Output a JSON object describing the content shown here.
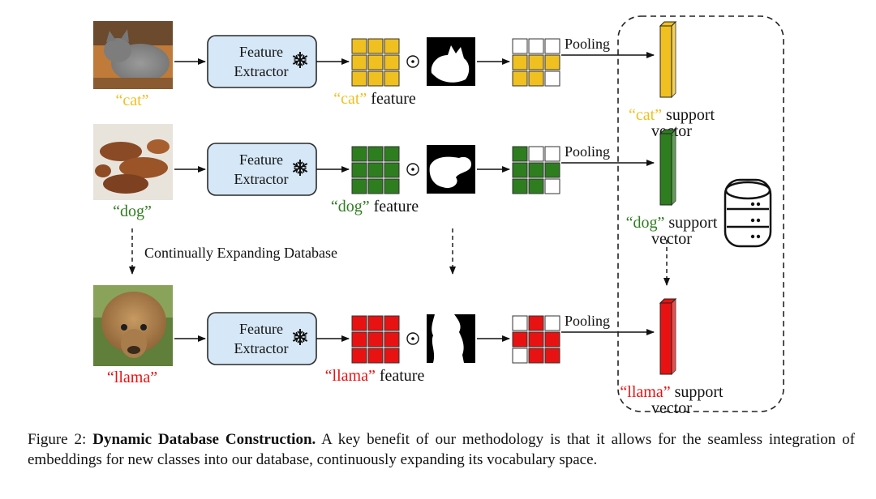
{
  "colors": {
    "cat": "#f0c020",
    "dog": "#2e7d1f",
    "llama": "#e81212",
    "extractor_fill": "#d6e8f7",
    "extractor_stroke": "#2a2a2a",
    "line": "#111111"
  },
  "rows": [
    {
      "id": "cat",
      "image_label": "“cat”",
      "image_icon": "cat-photo",
      "extractor_label_1": "Feature",
      "extractor_label_2": "Extractor",
      "extractor_icon": "snowflake-icon",
      "feature_word": "“cat”",
      "feature_suffix": " feature",
      "operator": "⊙",
      "mask_icon": "cat-mask",
      "pooled_fill": [
        0,
        0,
        0,
        1,
        1,
        1,
        1,
        1,
        0
      ],
      "pooling_label": "Pooling",
      "support_word": "“cat”",
      "support_suffix": " support",
      "support_line2": "vector"
    },
    {
      "id": "dog",
      "image_label": "“dog”",
      "image_icon": "dog-photo",
      "extractor_label_1": "Feature",
      "extractor_label_2": "Extractor",
      "extractor_icon": "snowflake-icon",
      "feature_word": "“dog”",
      "feature_suffix": " feature",
      "operator": "⊙",
      "mask_icon": "dog-mask",
      "pooled_fill": [
        1,
        0,
        0,
        1,
        1,
        1,
        1,
        1,
        0
      ],
      "pooling_label": "Pooling",
      "support_word": "“dog”",
      "support_suffix": " support",
      "support_line2": "vector"
    },
    {
      "id": "llama",
      "image_label": "“llama”",
      "image_icon": "llama-photo",
      "extractor_label_1": "Feature",
      "extractor_label_2": "Extractor",
      "extractor_icon": "snowflake-icon",
      "feature_word": "“llama”",
      "feature_suffix": " feature",
      "operator": "⊙",
      "mask_icon": "llama-mask",
      "pooled_fill": [
        0,
        1,
        0,
        1,
        1,
        1,
        0,
        1,
        1
      ],
      "pooling_label": "Pooling",
      "support_word": "“llama”",
      "support_suffix": " support",
      "support_line2": "vector"
    }
  ],
  "expanding_label": "Continually Expanding Database",
  "database_icon": "database-icon",
  "caption": {
    "prefix": "Figure 2: ",
    "bold": "Dynamic Database Construction.",
    "text": " A key benefit of our methodology is that it allows for the seamless integration of embeddings for new classes into our database, continuously expanding its vocabulary space."
  }
}
